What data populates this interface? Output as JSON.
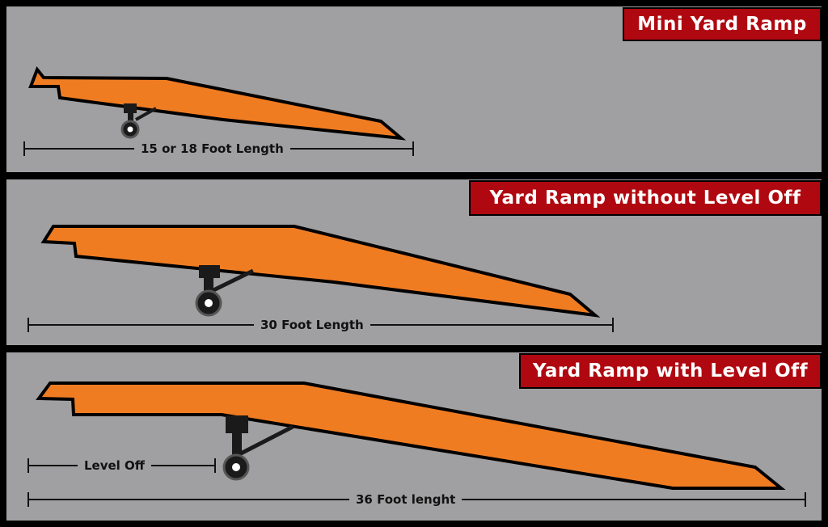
{
  "panels": [
    {
      "title": "Mini Yard Ramp",
      "dimensions": [
        "15 or 18 Foot Length"
      ]
    },
    {
      "title": "Yard Ramp without Level Off",
      "dimensions": [
        "30 Foot Length"
      ]
    },
    {
      "title": "Yard Ramp with Level Off",
      "dimensions": [
        "Level Off",
        "36 Foot lenght"
      ]
    }
  ],
  "colors": {
    "ramp": "#f07c22",
    "badge": "#b00810",
    "panel": "#a0a0a2",
    "frame": "#000000"
  },
  "icons": [
    "ramp-deck-icon",
    "wheel-icon",
    "leg-support-icon",
    "dimension-line-icon"
  ]
}
